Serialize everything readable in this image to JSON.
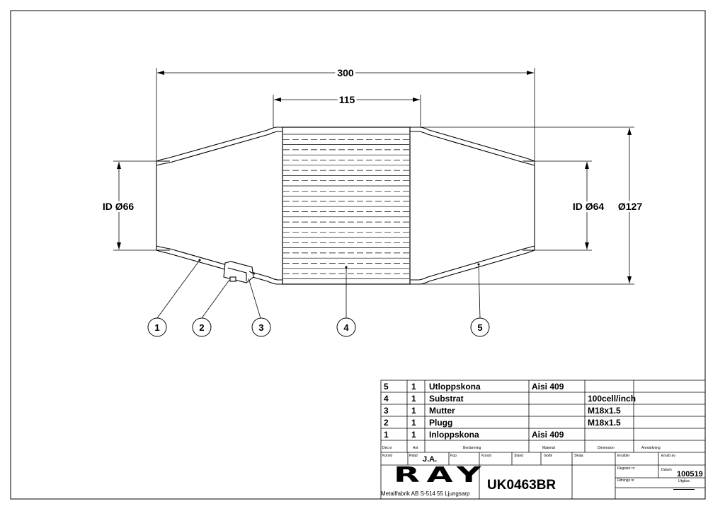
{
  "drawing": {
    "dimensions": {
      "overall_length": "300",
      "substrate_length": "115",
      "inlet_id": "ID Ø66",
      "outlet_id": "ID Ø64",
      "body_diameter": "Ø127"
    },
    "balloons": [
      "1",
      "2",
      "3",
      "4",
      "5"
    ]
  },
  "parts_list": {
    "rows": [
      {
        "detail": "5",
        "qty": "1",
        "name": "Utloppskona",
        "material": "Aisi 409",
        "dimension": "",
        "remark": ""
      },
      {
        "detail": "4",
        "qty": "1",
        "name": "Substrat",
        "material": "",
        "dimension": "100cell/inch",
        "remark": ""
      },
      {
        "detail": "3",
        "qty": "1",
        "name": "Mutter",
        "material": "",
        "dimension": "M18x1.5",
        "remark": ""
      },
      {
        "detail": "2",
        "qty": "1",
        "name": "Plugg",
        "material": "",
        "dimension": "M18x1.5",
        "remark": ""
      },
      {
        "detail": "1",
        "qty": "1",
        "name": "Inloppskona",
        "material": "Aisi 409",
        "dimension": "",
        "remark": ""
      }
    ],
    "headers": {
      "detail": "Det.nr",
      "qty": "Ant",
      "name": "Benämning",
      "material": "Material",
      "dimension": "Dimension",
      "remark": "Anmärkning"
    }
  },
  "title_block": {
    "labels": {
      "konstr": "Konstr",
      "ritad": "Ritad",
      "kop": "Kop",
      "konstr2": "Konstr",
      "stand": "Stand",
      "godk": "Godk",
      "skala": "Skala",
      "ersatter": "Ersätter",
      "ersatt_av": "Ersatt av",
      "register_nr": "Register nr",
      "datum": "Datum",
      "ritnings_nr": "Ritnings nr",
      "utgava": "Utgåva"
    },
    "drawn_by": "J.A.",
    "date": "100519",
    "drawing_number": "UK0463BR",
    "company_logo_text": "RAY",
    "company_address": "Metallfabrik AB  S-514 55 Ljungsarp"
  }
}
